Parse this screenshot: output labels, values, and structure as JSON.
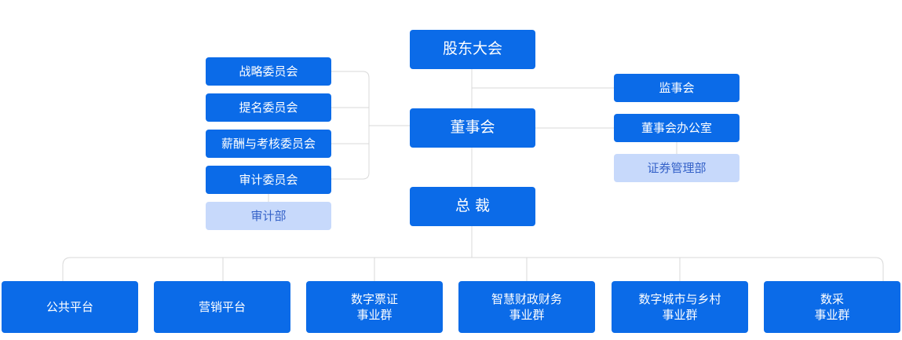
{
  "top": {
    "shareholders": "股东大会",
    "board": "董事会",
    "president": "总 裁"
  },
  "committees": [
    "战略委员会",
    "提名委员会",
    "薪酬与考核委员会",
    "审计委员会"
  ],
  "audit_dept": "审计部",
  "right": {
    "supervisory": "监事会",
    "board_office": "董事会办公室",
    "securities": "证券管理部"
  },
  "groups": [
    "公共平台",
    "营销平台",
    "数字票证\n事业群",
    "智慧财政财务\n事业群",
    "数字城市与乡村\n事业群",
    "数采\n事业群"
  ],
  "colors": {
    "primary": "#0b6be8",
    "secondary": "#c7d9fb",
    "line": "#d9d9d9"
  }
}
